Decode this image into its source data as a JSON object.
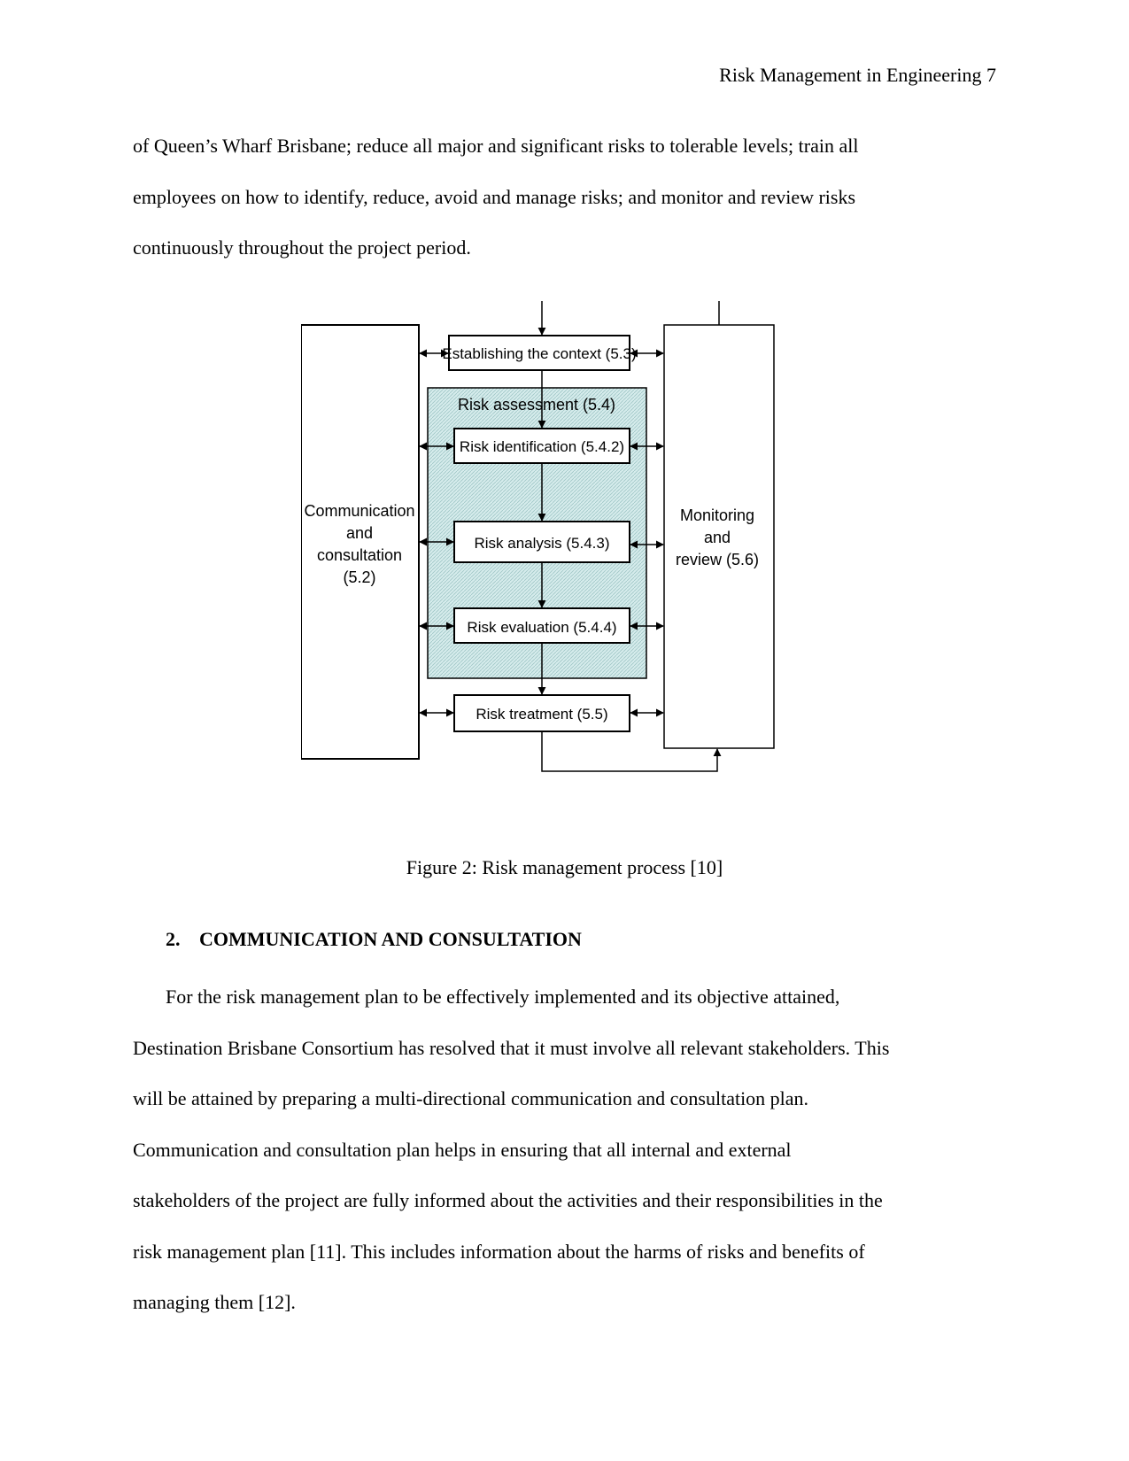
{
  "header": {
    "running_title": "Risk Management in Engineering 7"
  },
  "intro_paragraph": {
    "lines": [
      "of Queen’s Wharf Brisbane; reduce all major and significant risks to tolerable levels; train all",
      "employees on how to identify, reduce, avoid and manage risks; and monitor and review risks",
      "continuously throughout the project period."
    ]
  },
  "figure": {
    "left_box_lines": [
      "Communication",
      "and",
      "consultation",
      "(5.2)"
    ],
    "right_box_lines": [
      "Monitoring",
      "and",
      "review (5.6)"
    ],
    "context_box": "Establishing the context (5.3)",
    "assessment_title": "Risk assessment (5.4)",
    "identification_box": "Risk identification (5.4.2)",
    "analysis_box": "Risk analysis (5.4.3)",
    "evaluation_box": "Risk evaluation (5.4.4)",
    "treatment_box": "Risk treatment (5.5)",
    "colors": {
      "assessment_fill": "#cfe6e6",
      "stroke": "#000000"
    }
  },
  "caption": "Figure 2: Risk management process [10]",
  "section": {
    "number": "2.",
    "title": "COMMUNICATION AND CONSULTATION",
    "lines": [
      "For the risk management plan to be effectively implemented and its objective attained,",
      "Destination Brisbane Consortium has resolved that it must involve all relevant stakeholders. This",
      "will be attained by preparing a multi-directional communication and consultation plan.",
      "Communication and consultation plan helps in ensuring that all internal and external",
      "stakeholders of the project are fully informed about the activities and their responsibilities in the",
      "risk management plan [11]. This includes information about the harms of risks and benefits of",
      "managing them [12]."
    ]
  }
}
